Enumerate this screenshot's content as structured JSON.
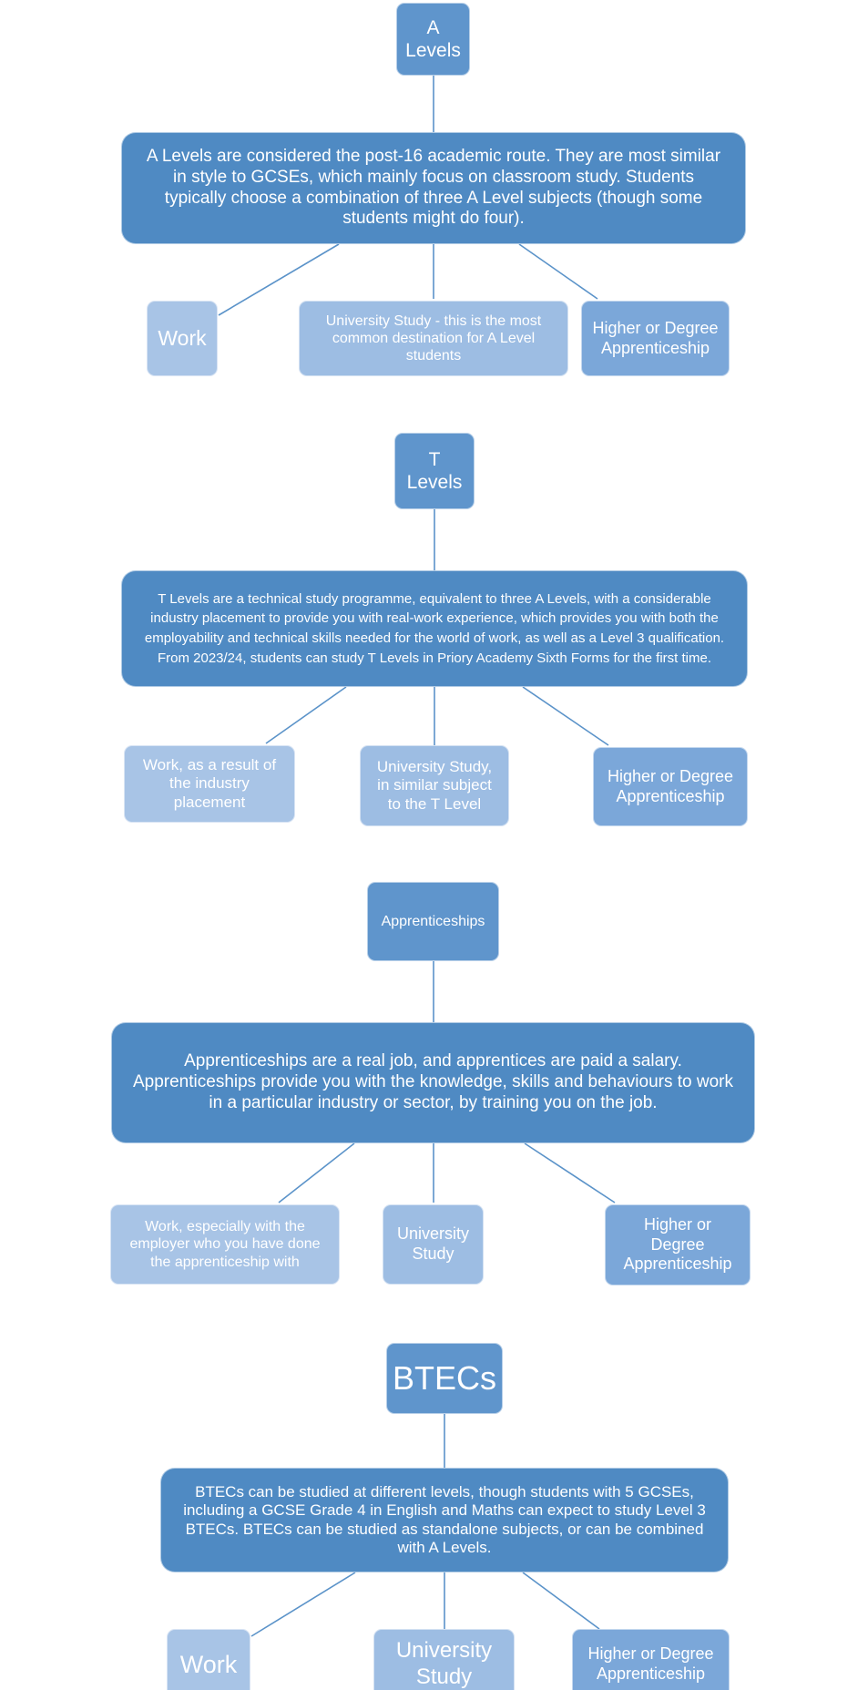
{
  "colors": {
    "title_box": "#5f95cc",
    "description_box": "#4f8ac3",
    "outcome_medium": "#7ba7d9",
    "outcome_light": "#a8c4e6",
    "connector": "#5b93c9"
  },
  "a_levels": {
    "title": "A Levels",
    "description": "A Levels are considered the post-16 academic route. They are most similar in style to GCSEs, which mainly focus on classroom study. Students typically choose a combination of three A Level subjects (though some students might do four).",
    "outcomes": {
      "work": "Work",
      "university": "University Study - this is the most common destination for A Level students",
      "apprenticeship": "Higher or Degree Apprenticeship"
    }
  },
  "t_levels": {
    "title": "T Levels",
    "description": "T Levels are a technical study programme, equivalent to three A Levels, with a considerable industry placement to provide you with real-work experience, which provides you with both the employability and technical skills needed for the world of work, as well as a Level 3 qualification. From 2023/24, students can study T Levels in Priory Academy Sixth Forms for the first time.",
    "outcomes": {
      "work": "Work, as a result of the industry placement",
      "university": "University Study, in similar subject to the T Level",
      "apprenticeship": "Higher or Degree Apprenticeship"
    }
  },
  "apprenticeships": {
    "title": "Apprenticeships",
    "description": "Apprenticeships are a real job, and apprentices are paid a salary. Apprenticeships provide you with the knowledge, skills and behaviours to work in a particular industry or sector, by training you on the job.",
    "outcomes": {
      "work": "Work, especially with the employer who you have done the apprenticeship with",
      "university": "University Study",
      "apprenticeship": "Higher or Degree Apprenticeship"
    }
  },
  "btecs": {
    "title": "BTECs",
    "description": "BTECs can be studied at different levels, though students with 5 GCSEs, including a GCSE Grade 4 in English and Maths can expect to study Level 3 BTECs. BTECs can be studied as standalone subjects, or can be combined with A Levels.",
    "outcomes": {
      "work": "Work",
      "university": "University Study",
      "apprenticeship": "Higher or Degree Apprenticeship"
    }
  }
}
